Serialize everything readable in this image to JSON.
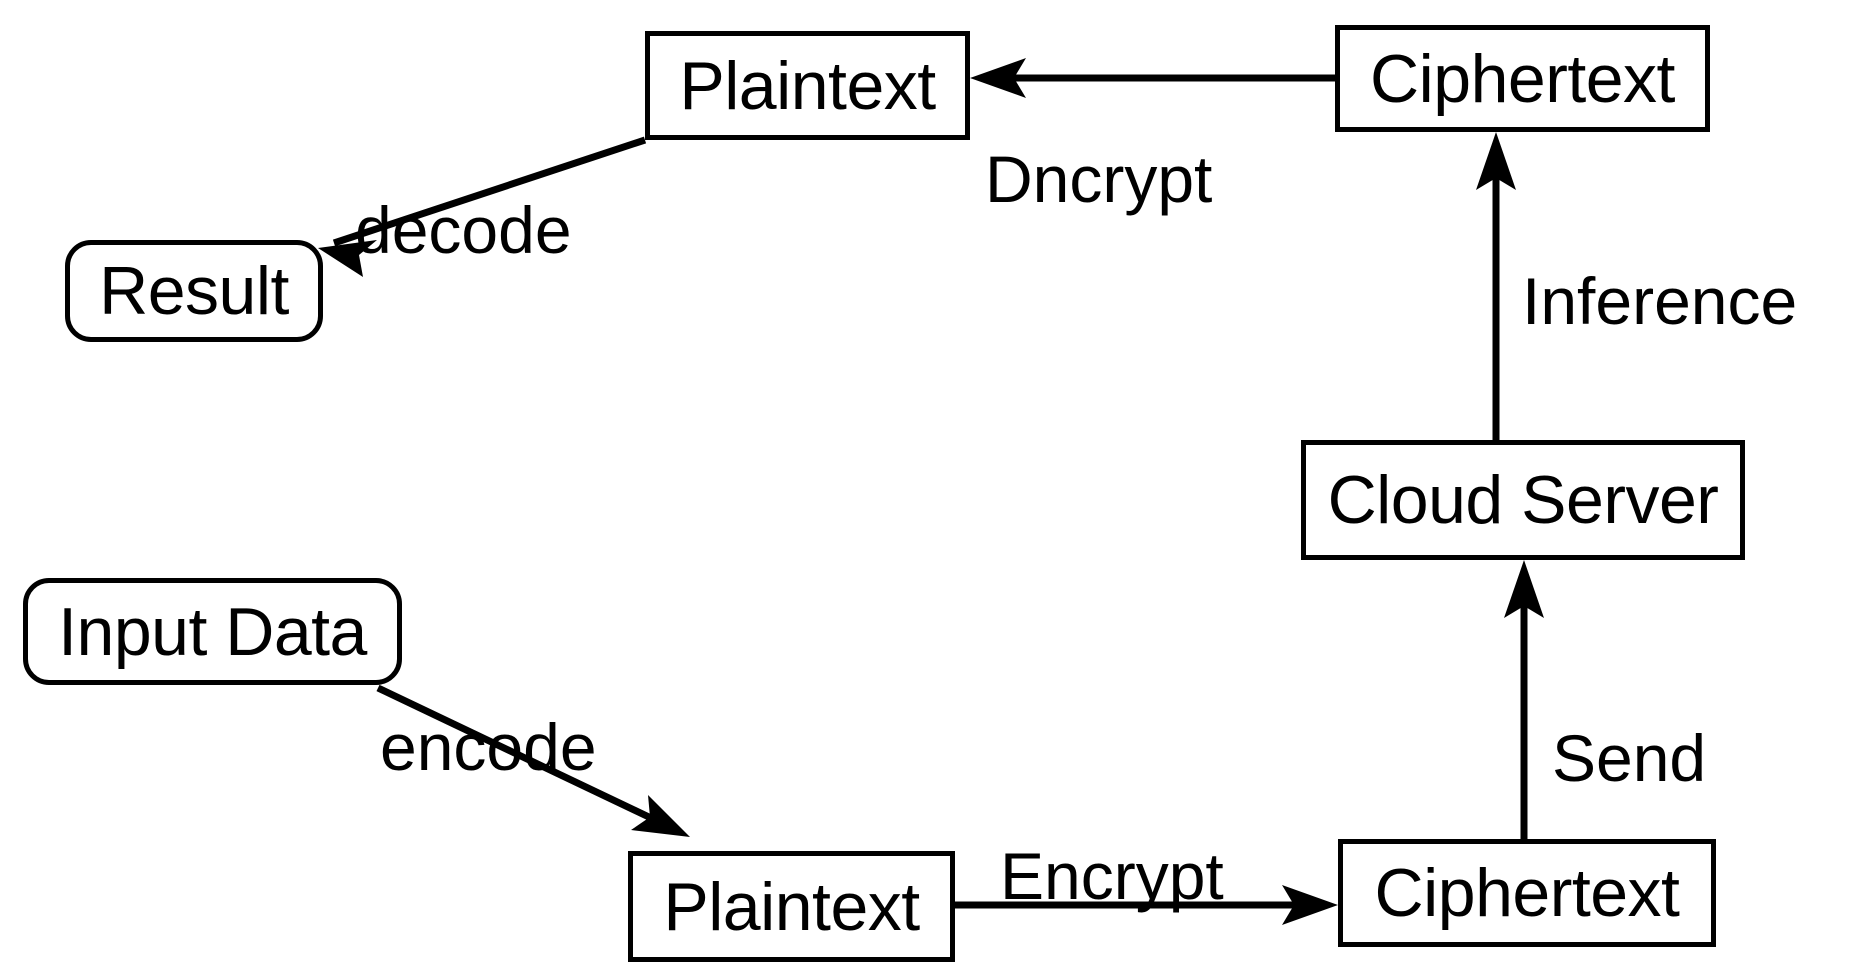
{
  "diagram": {
    "title": "Encrypted cloud inference workflow",
    "background_color": "#ffffff",
    "stroke_color": "#000000",
    "nodes": [
      {
        "id": "plaintext-top",
        "label": "Plaintext",
        "shape": "rectangle"
      },
      {
        "id": "ciphertext-top",
        "label": "Ciphertext",
        "shape": "rectangle"
      },
      {
        "id": "result",
        "label": "Result",
        "shape": "rounded-rectangle"
      },
      {
        "id": "cloud-server",
        "label": "Cloud Server",
        "shape": "rectangle"
      },
      {
        "id": "input-data",
        "label": "Input Data",
        "shape": "rounded-rectangle"
      },
      {
        "id": "plaintext-bottom",
        "label": "Plaintext",
        "shape": "rectangle"
      },
      {
        "id": "ciphertext-bottom",
        "label": "Ciphertext",
        "shape": "rectangle"
      }
    ],
    "edges": [
      {
        "id": "edge-dncrypt",
        "label": "Dncrypt",
        "from": "ciphertext-top",
        "to": "plaintext-top"
      },
      {
        "id": "edge-decode",
        "label": "decode",
        "from": "plaintext-top",
        "to": "result"
      },
      {
        "id": "edge-inference",
        "label": "Inference",
        "from": "cloud-server",
        "to": "ciphertext-top"
      },
      {
        "id": "edge-send",
        "label": "Send",
        "from": "ciphertext-bottom",
        "to": "cloud-server"
      },
      {
        "id": "edge-encode",
        "label": "encode",
        "from": "input-data",
        "to": "plaintext-bottom"
      },
      {
        "id": "edge-encrypt",
        "label": "Encrypt",
        "from": "plaintext-bottom",
        "to": "ciphertext-bottom"
      }
    ]
  }
}
